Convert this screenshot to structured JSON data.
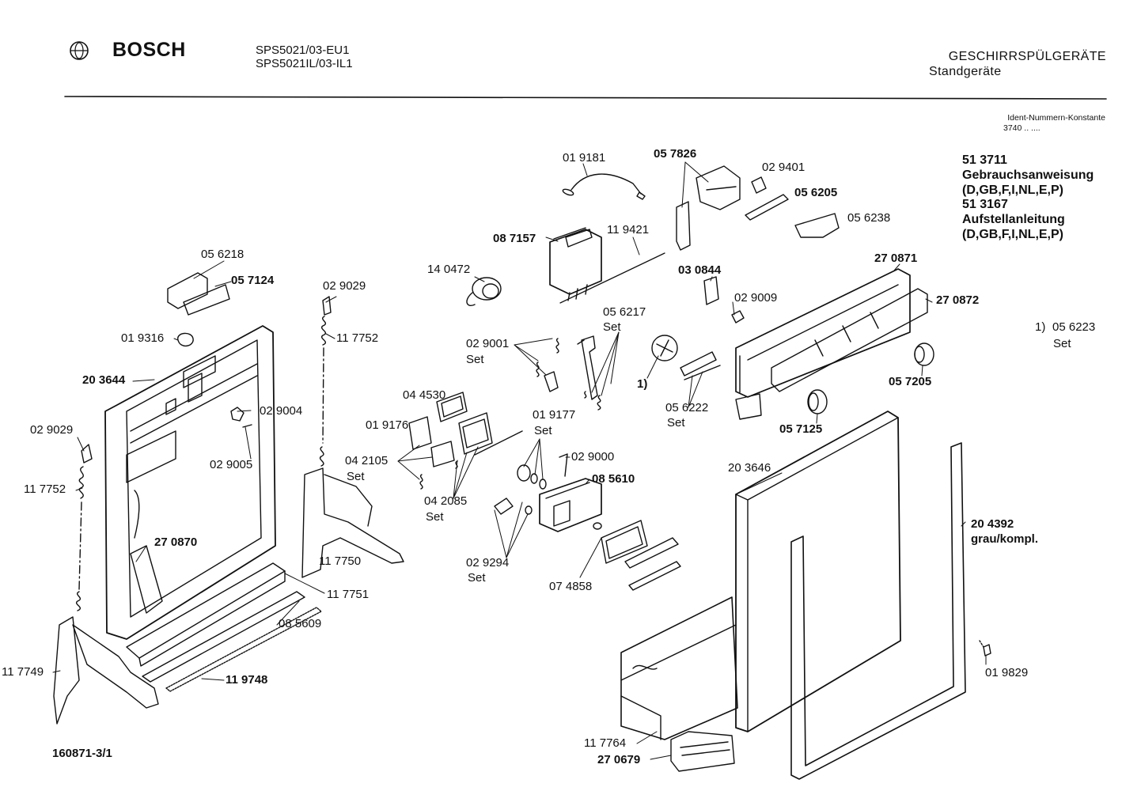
{
  "header": {
    "brand": "BOSCH",
    "models": [
      "SPS5021/03-EU1",
      "SPS5021IL/03-IL1"
    ],
    "category": "GESCHIRRSPÜLGERÄTE",
    "subcategory": "Standgeräte",
    "ident_title": "Ident-Nummern-Konstante",
    "ident_value": "3740 .. ...."
  },
  "documents": [
    "51 3711",
    "Gebrauchsanweisung",
    "(D,GB,F,I,NL,E,P)",
    "51 3167",
    "Aufstellanleitung",
    "(D,GB,F,I,NL,E,P)"
  ],
  "footnote": {
    "marker": "1)",
    "part": "05 6223",
    "suffix": "Set"
  },
  "drawing_number": "160871-3/1",
  "labels": [
    "01 9181",
    "05 7826",
    "02 9401",
    "05 6205",
    "05 6238",
    "08 7157",
    "11 9421",
    "14 0472",
    "05 6218",
    "05 7124",
    "02 9029",
    "11 7752",
    "01 9316",
    "20 3644",
    "02 9004",
    "02 9005",
    "02 9029",
    "11 7752",
    "27 0870",
    "03 0844",
    "02 9009",
    "27 0871",
    "27 0872",
    "05 6217",
    "Set",
    "02 9001",
    "Set",
    "1)",
    "05 7205",
    "04 4530",
    "01 9176",
    "01 9177",
    "Set",
    "05 6222",
    "Set",
    "05 7125",
    "04 2105",
    "Set",
    "02 9000",
    "08 5610",
    "20 3646",
    "04 2085",
    "Set",
    "11 7750",
    "11 7751",
    "02 9294",
    "Set",
    "07 4858",
    "20 4392",
    "grau/kompl.",
    "08 5609",
    "11 9748",
    "11 7749",
    "01 9829",
    "11 7764",
    "27 0679"
  ],
  "colors": {
    "ink": "#111111",
    "paper": "#ffffff"
  },
  "icons": {
    "logo": "bosch-armature-logo-icon"
  }
}
